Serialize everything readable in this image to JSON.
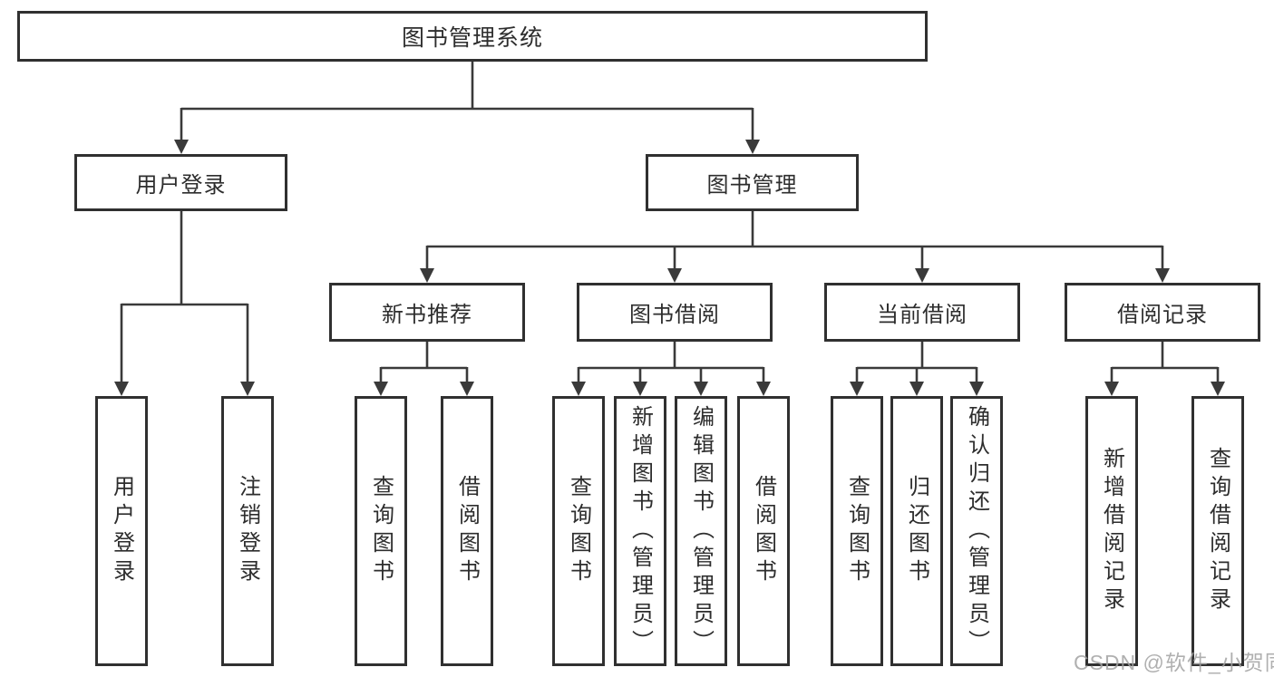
{
  "colors": {
    "background": "#ffffff",
    "line": "#3a3a3a",
    "box_border": "#303030",
    "text": "#2d2d2d",
    "watermark": "#a3a3a3"
  },
  "tree": {
    "root": {
      "label": "图书管理系统"
    },
    "level2": [
      {
        "label": "用户登录"
      },
      {
        "label": "图书管理"
      }
    ],
    "level3": [
      {
        "label": "新书推荐"
      },
      {
        "label": "图书借阅"
      },
      {
        "label": "当前借阅"
      },
      {
        "label": "借阅记录"
      }
    ],
    "leaves": {
      "user_login": [
        {
          "label": "用户登录"
        },
        {
          "label": "注销登录"
        }
      ],
      "new_book": [
        {
          "label": "查询图书"
        },
        {
          "label": "借阅图书"
        }
      ],
      "borrow": [
        {
          "label": "查询图书"
        },
        {
          "label": "新增图书（管理员）"
        },
        {
          "label": "编辑图书（管理员）"
        },
        {
          "label": "借阅图书"
        }
      ],
      "current": [
        {
          "label": "查询图书"
        },
        {
          "label": "归还图书"
        },
        {
          "label": "确认归还（管理员）"
        }
      ],
      "records": [
        {
          "label": "新增借阅记录"
        },
        {
          "label": "查询借阅记录"
        }
      ]
    }
  },
  "watermark": {
    "text": "CSDN @软件_小贺同学"
  }
}
